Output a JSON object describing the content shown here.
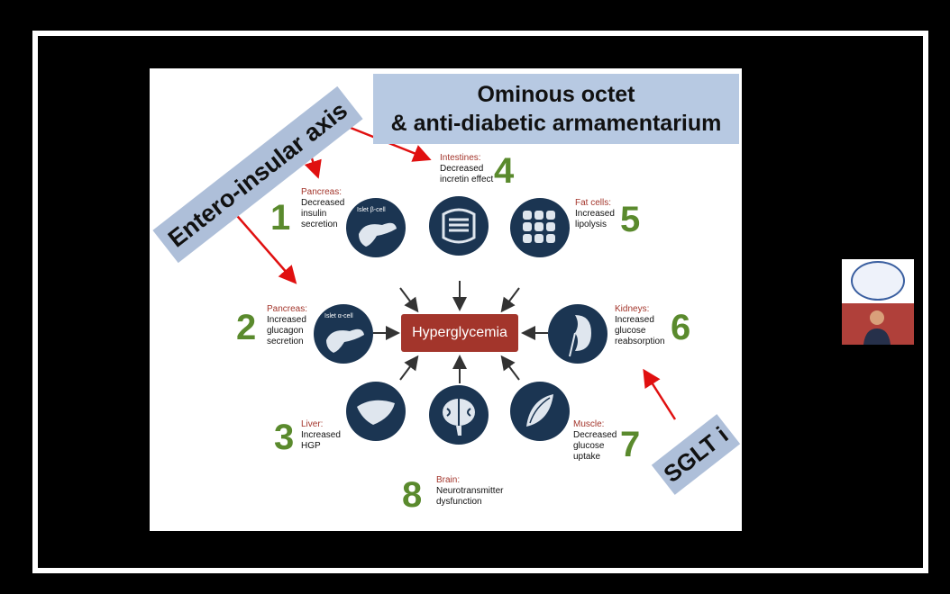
{
  "slide": {
    "title_line1": "Ominous octet",
    "title_line2": "& anti-diabetic armamentarium",
    "axis_label": "Entero-insular axis",
    "sglt_label": "SGLT i",
    "center": "Hyperglycemia"
  },
  "items": [
    {
      "num": "1",
      "heading": "Pancreas:",
      "text": "Decreased insulin secretion",
      "tag": "Islet β-cell"
    },
    {
      "num": "2",
      "heading": "Pancreas:",
      "text": "Increased glucagon secretion",
      "tag": "Islet α-cell"
    },
    {
      "num": "3",
      "heading": "Liver:",
      "text": "Increased HGP"
    },
    {
      "num": "4",
      "heading": "Intestines:",
      "text": "Decreased incretin effect"
    },
    {
      "num": "5",
      "heading": "Fat cells:",
      "text": "Increased lipolysis"
    },
    {
      "num": "6",
      "heading": "Kidneys:",
      "text": "Increased glucose reabsorption"
    },
    {
      "num": "7",
      "heading": "Muscle:",
      "text": "Decreased glucose uptake"
    },
    {
      "num": "8",
      "heading": "Brain:",
      "text": "Neurotransmitter dysfunction"
    }
  ],
  "colors": {
    "circle": "#1b3552",
    "center_box": "#a3352b",
    "number": "#5a8a2d",
    "callout": "#aebfd9",
    "arrow_red": "#e01010"
  }
}
